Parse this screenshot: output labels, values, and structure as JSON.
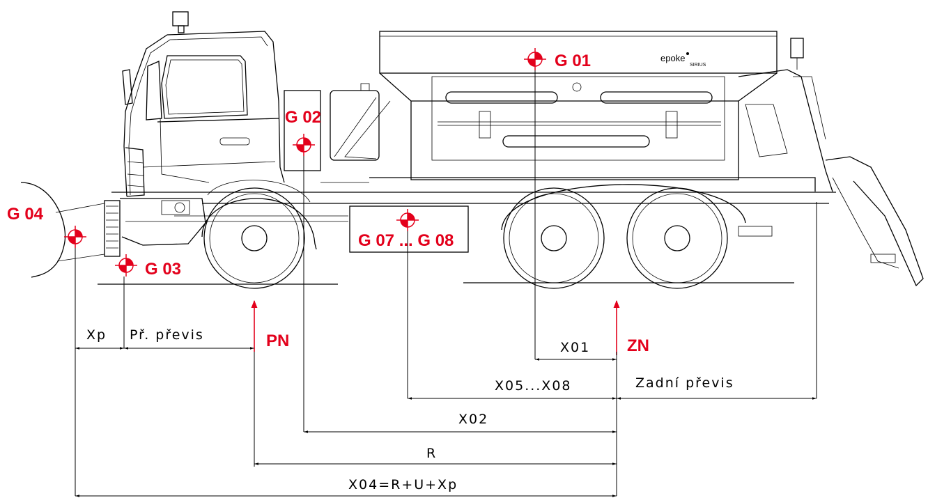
{
  "brand": {
    "name": "epoke",
    "model": "SIRIUS"
  },
  "gravity_points": {
    "g01": "G 01",
    "g02": "G 02",
    "g03": "G 03",
    "g04": "G 04",
    "g07_08": "G 07 ... G 08"
  },
  "axles": {
    "front": "PN",
    "rear": "ZN"
  },
  "dimensions": {
    "xp": "Xp",
    "front_overhang": "Př. převis",
    "x01": "X01",
    "x05_x08": "X05...X08",
    "rear_overhang": "Zadní převis",
    "x02": "X02",
    "r": "R",
    "x04": "X04=R+U+Xp"
  },
  "colors": {
    "accent": "#e3001b",
    "line": "#000000"
  }
}
